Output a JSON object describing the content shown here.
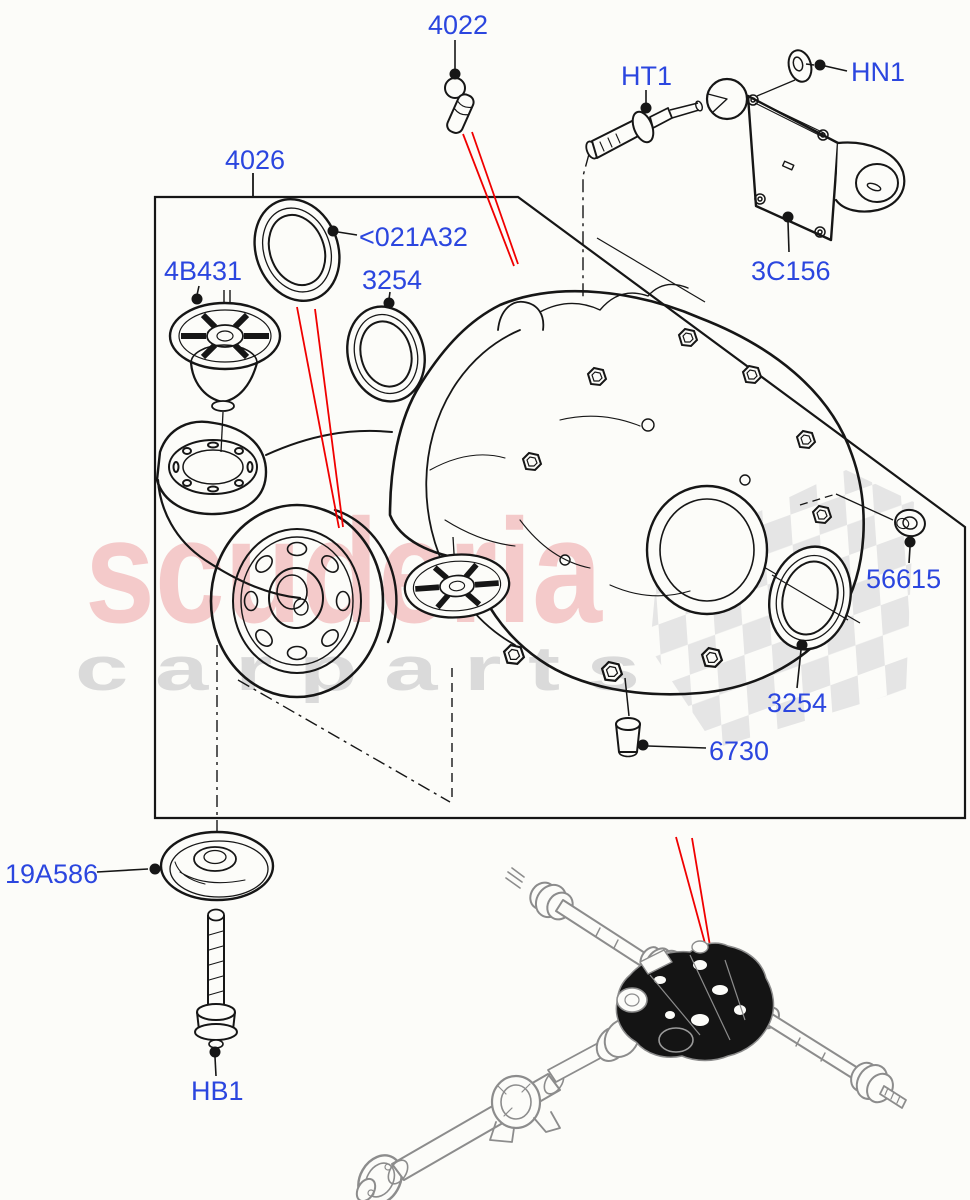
{
  "watermark": {
    "primary": "scuderia",
    "secondary": "c a r   p a r t s"
  },
  "labels": {
    "l4022": "4022",
    "lHT1": "HT1",
    "lHN1": "HN1",
    "l4026": "4026",
    "l021A32": "<021A32",
    "l4B431": "4B431",
    "l3254_top": "3254",
    "l3C156": "3C156",
    "l56615": "56615",
    "l3254_side": "3254",
    "l6730": "6730",
    "l19A586": "19A586",
    "lHB1": "HB1"
  },
  "colors": {
    "background": "#fcfcf9",
    "line_black": "#161616",
    "part_label_blue": "#2b46df",
    "callout_red": "#f00000",
    "watermark_pink": "#f4caca",
    "watermark_gray": "#dadada",
    "checker_gray": "#e5e5e5",
    "secondary_art_gray": "#8c8c8c"
  }
}
